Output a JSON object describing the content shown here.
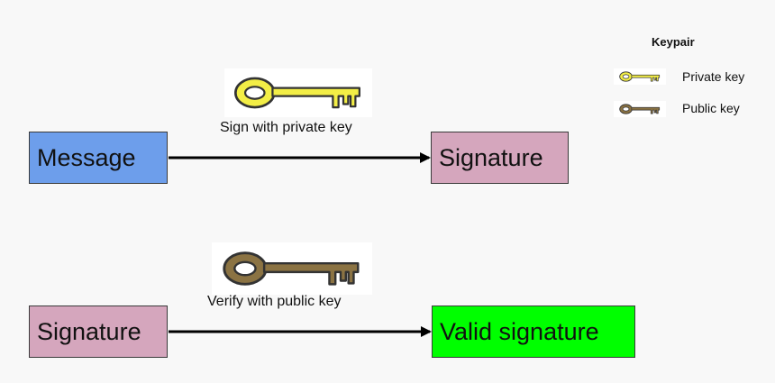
{
  "legend": {
    "title": "Keypair",
    "items": [
      {
        "label": "Private key",
        "color": "#f3ee46",
        "icon": "private-key-icon"
      },
      {
        "label": "Public key",
        "color": "#8b7343",
        "icon": "public-key-icon"
      }
    ]
  },
  "flows": [
    {
      "source": {
        "label": "Message",
        "color": "#6d9eeb"
      },
      "action": "Sign with private key",
      "key": "private",
      "target": {
        "label": "Signature",
        "color": "#d5a6bd"
      }
    },
    {
      "source": {
        "label": "Signature",
        "color": "#d5a6bd"
      },
      "action": "Verify with public key",
      "key": "public",
      "target": {
        "label": "Valid signature",
        "color": "#00ff00"
      }
    }
  ],
  "colors": {
    "private_key": "#f3ee46",
    "public_key": "#8b7343",
    "key_outline": "#333333",
    "arrow": "#000000"
  }
}
